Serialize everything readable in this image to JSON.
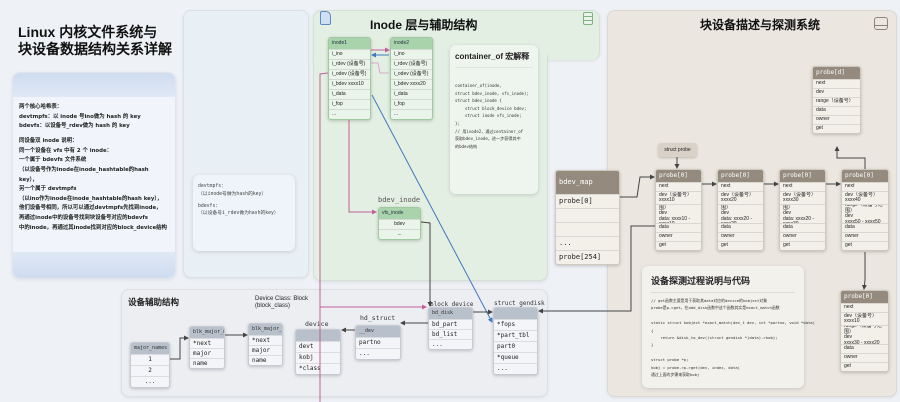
{
  "title": {
    "line1": "Linux 内核文件系统与",
    "line2": "块设备数据结构关系详解"
  },
  "info_card": {
    "lines": [
      "两个核心哈希表：",
      "devtmpfs：以 inode 号ino做为 hash 的 key",
      "bdevfs：以设备号_rdev做为 hash 的 key",
      "",
      "同设备双 inode 说明：",
      "同一个设备在 vfs 中有 2 个 inode：",
      "一个属于 bdevfs 文件系统",
      "（以设备号作为inode在inode_hashtable的hash key），",
      "另一个属于 devtmpfs",
      "（以ino作为inode在inode_hashtable的hash key），",
      "他们设备号相同，所以可以通过devtmpfs先找到inode，",
      "再通过inode中的设备号找到块设备号对应的bdevfs",
      "中的inode，再通过其inode找到对应的block_device结构"
    ]
  },
  "hash_card": {
    "lines": [
      "devtmpfs：",
      "（以inode号做为hash的key）",
      "",
      "bdevfs：",
      "（以设备号i_rdev做为hash的key）"
    ]
  },
  "inode_panel": {
    "title": "Inode 层与辅助结构",
    "inode1": {
      "title": "inode1",
      "fields": [
        "i_ino",
        "i_rdev (设备号)",
        "i_odev (设备号)",
        "i_bdev    xxxx10",
        "i_data",
        "i_fop",
        "..."
      ]
    },
    "inode2": {
      "title": "inode2",
      "fields": [
        "i_ino",
        "i_rdev (设备号)",
        "i_odev (设备号)",
        "i_bdev    xxxx20",
        "i_data",
        "i_fop",
        "..."
      ]
    },
    "container_of": {
      "title": "container_of 宏解释",
      "code": "container_of(inode,\nstruct bdev_inode, vfs_inode);\nstruct bdev_inode {\n    struct block_device bdev;\n    struct inode vfs_inode;\n};\n// 用inode2，通过container_of\n获取bdev_inode，进一步获得其中\n的bdev结构"
    },
    "bdev_inode_label": "bdev_inode",
    "vfs_inode": {
      "title": "vfs_inode",
      "fields": [
        "bdev",
        "..."
      ]
    }
  },
  "block_panel": {
    "title": "块设备描述与探测系统",
    "struct_probe_label": "struct probe",
    "bdev_map": {
      "title": "bdev_map",
      "fields": [
        "probe[0]",
        "",
        "",
        "...",
        "probe[254]"
      ]
    },
    "probe_top": {
      "title": "probe[d]",
      "fields": [
        "next",
        "dev",
        "range（设备号）",
        "data",
        "owner",
        "get"
      ]
    },
    "probes": [
      {
        "title": "probe[0]",
        "fields": [
          "next",
          "dev（设备号）\nxxxx10",
          "range（设备号范围）\ndev\ndata: xxxx10 - xxxx10",
          "data",
          "owner",
          "get"
        ]
      },
      {
        "title": "probe[0]",
        "fields": [
          "next",
          "dev（设备号）\nxxxx20",
          "range（设备号范围）\ndev\ndata: xxxx20 - xxxx20",
          "data",
          "owner",
          "get"
        ]
      },
      {
        "title": "probe[0]",
        "fields": [
          "next",
          "dev（设备号）\nxxxx30",
          "range（设备号范围）\ndev\ndata: xxxx20 - xxxx30",
          "data",
          "owner",
          "get"
        ]
      },
      {
        "title": "probe[0]",
        "fields": [
          "next",
          "dev（设备号）\nxxxx40",
          "range（设备号范围）\ndev\nxxxx50 - xxxx50",
          "data",
          "owner",
          "get"
        ]
      }
    ],
    "probe_bottom": {
      "title": "probe[0]",
      "fields": [
        "next",
        "dev（设备号）\nxxxx10",
        "range（设备号范围）\ndev\nxxxx30 - xxxx20",
        "data",
        "owner",
        "get"
      ]
    },
    "explain": {
      "title": "设备探测过程说明与代码",
      "code": "// get函数主要是用于获取其data对应的device的kobject对象\nprobe是p->get，在add_disk函数中这个函数其实是exact_match函数\n\nstatic struct kobject *exact_match(dev_t dev, int *partno, void *data)\n{\n    return &disk_to_dev((struct gendisk *)data)->kobj;\n}\n\nstruct probe *p;\nkobj = probe->p->get(dev, index, data)\n通过上面的步骤来获取kobj"
    }
  },
  "aux_panel": {
    "title": "设备辅助结构",
    "device_class": "Device Class: Block\n(block_class)",
    "major_names": {
      "title": "major_names",
      "fields": [
        "1",
        "2",
        "..."
      ]
    },
    "blk_major_names_1": {
      "title": "blk_major_names",
      "fields": [
        "*next",
        "major",
        "name"
      ]
    },
    "blk_major_names_2": {
      "title": "blk_major_names",
      "fields": [
        "*next",
        "major",
        "name"
      ]
    },
    "device_label": "device",
    "device": {
      "title": "",
      "fields": [
        "devt",
        "kobj",
        "*class"
      ]
    },
    "hd_struct_label": "hd_struct",
    "hd_struct": {
      "title": "__dev",
      "fields": [
        "partno",
        "..."
      ]
    },
    "block_device_label": "block_device",
    "block_device": {
      "title": "bd_disk",
      "fields": [
        "bd_part",
        "bd_list",
        "..."
      ]
    },
    "gendisk_label": "struct gendisk",
    "gendisk": {
      "title": "",
      "fields": [
        "*fops",
        "*part_tbl",
        "part0",
        "*queue",
        "..."
      ]
    }
  },
  "colors": {
    "inode_panel": "#e3efe2",
    "block_panel": "#ebe7e0",
    "aux_panel": "#eceef2",
    "link_pink": "#c0609a",
    "link_blue": "#3f78c0",
    "link_dark": "#444444"
  }
}
